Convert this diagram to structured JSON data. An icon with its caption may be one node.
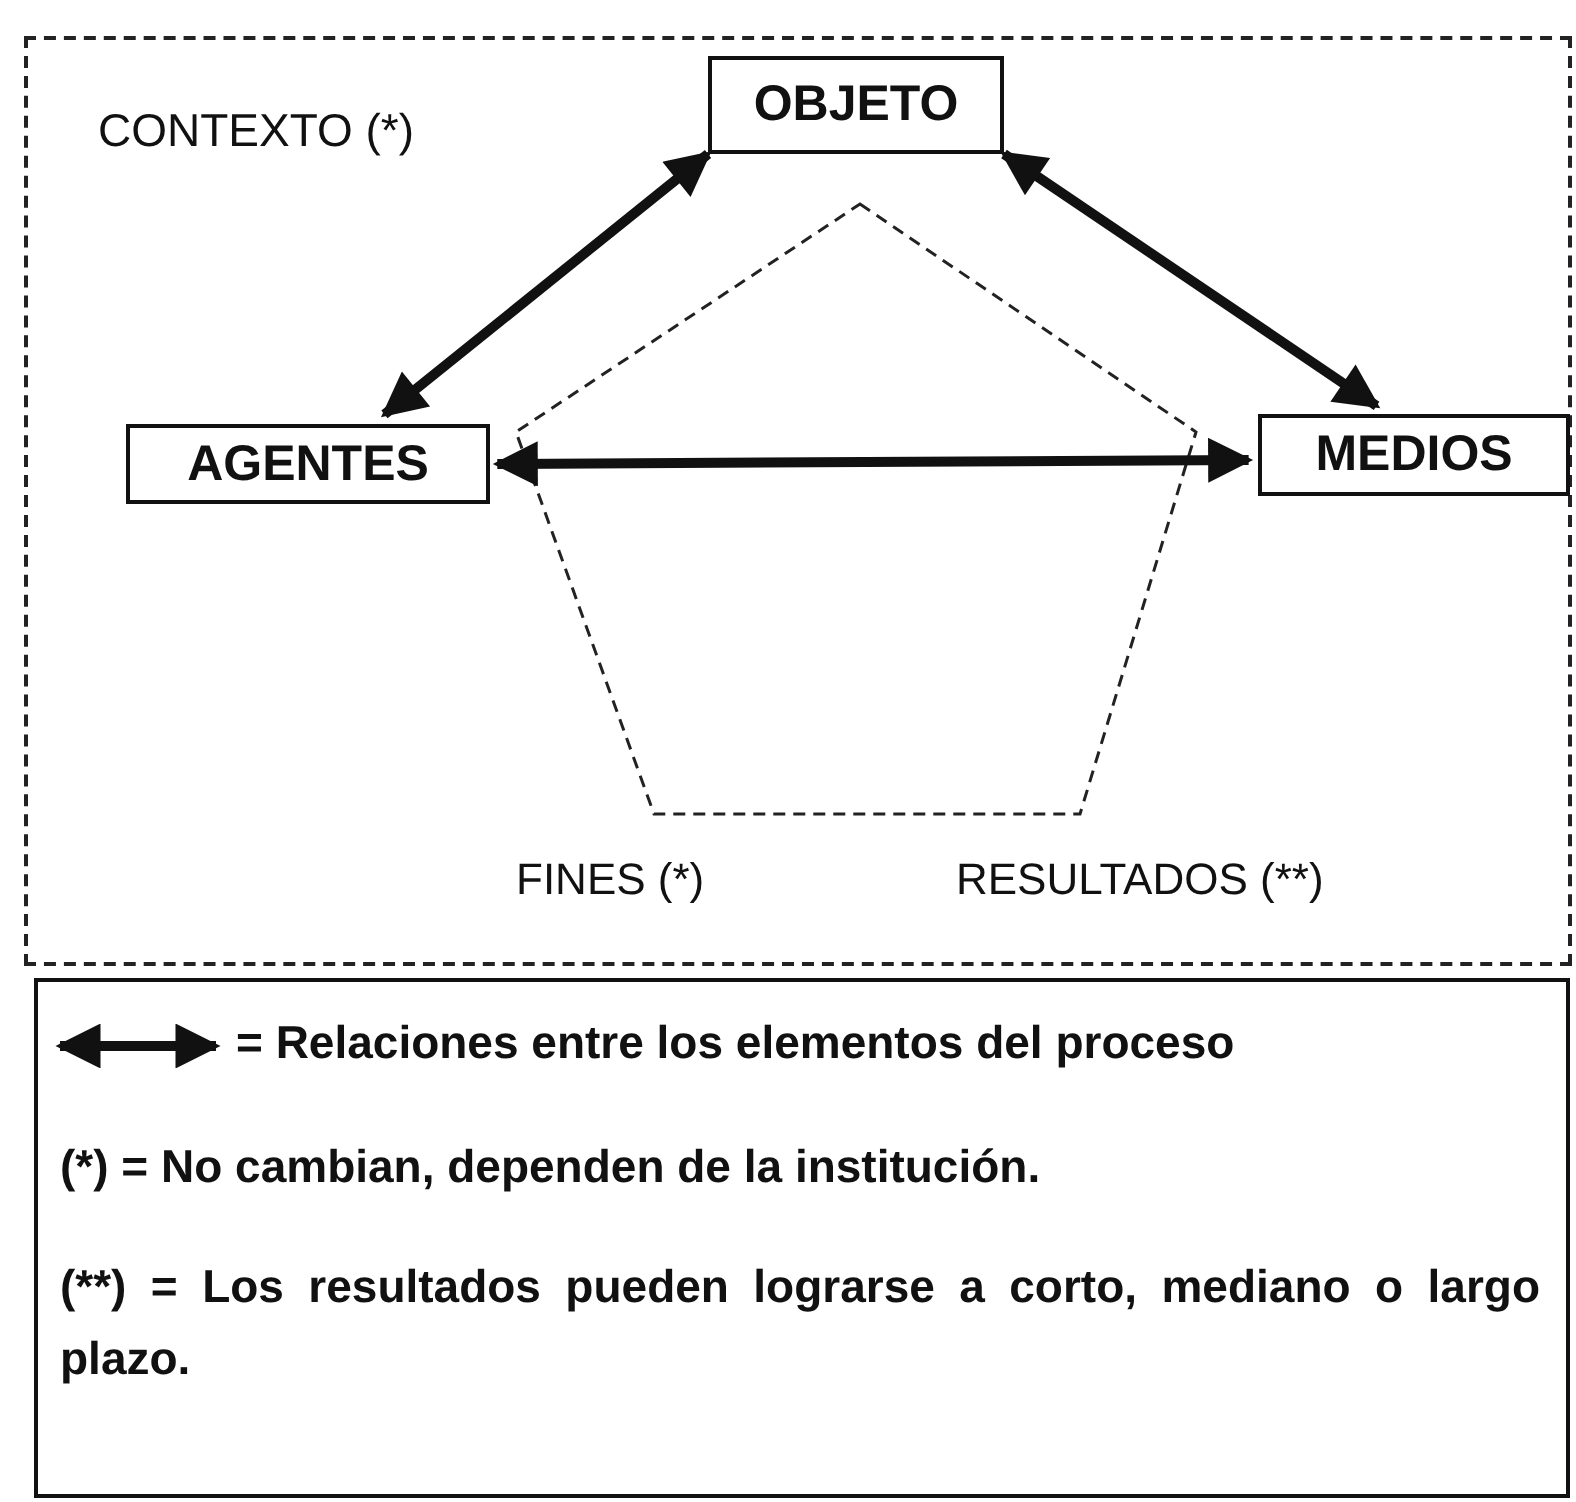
{
  "diagram": {
    "nodes": [
      {
        "text": [
          "CONTEXTO (*)"
        ]
      },
      {
        "text": [
          "OBJETO"
        ],
        "in": 0
      },
      {
        "text": [
          "AGENTES"
        ],
        "in": 0
      },
      {
        "text": [
          "MEDIOS"
        ],
        "in": 0
      }
    ],
    "edges": [
      {
        "from": 1,
        "to": 2,
        "arrow": "both"
      },
      {
        "from": 1,
        "to": 3,
        "arrow": "both"
      },
      {
        "from": 2,
        "to": 3,
        "arrow": "both"
      }
    ],
    "labels": [
      "FINES (*)",
      "RESULTADOS (**)",
      "(*) = No cambian, dependen de la institución.",
      "(**) = Los resultados pueden lograrse a corto, mediano o largo plazo."
    ],
    "legend": [
      {
        "text": "= Relaciones entre los elementos del proceso"
      }
    ]
  }
}
